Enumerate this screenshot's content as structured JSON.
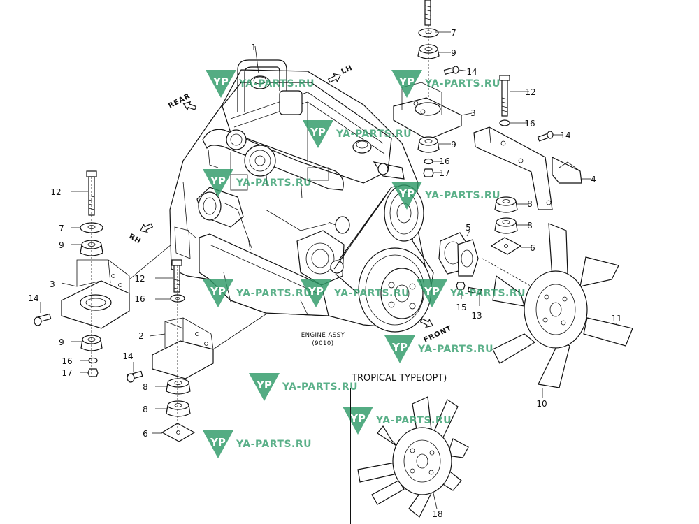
{
  "diagram": {
    "engine_caption": "ENGINE ASSY",
    "engine_code": "(9010)",
    "tropical_title": "TROPICAL TYPE(OPT)",
    "directions": {
      "rear": "REAR",
      "lh": "LH",
      "rh": "RH",
      "front": "FRONT"
    },
    "watermark_text": "YA-PARTS.RU",
    "watermark_logo_letters": "YP",
    "part_numbers": [
      "1",
      "7",
      "9",
      "14",
      "3",
      "12",
      "16",
      "14",
      "9",
      "16",
      "17",
      "4",
      "8",
      "8",
      "6",
      "5",
      "15",
      "13",
      "11",
      "10",
      "12",
      "7",
      "9",
      "3",
      "14",
      "9",
      "16",
      "17",
      "12",
      "16",
      "2",
      "14",
      "8",
      "8",
      "6",
      "18"
    ]
  }
}
